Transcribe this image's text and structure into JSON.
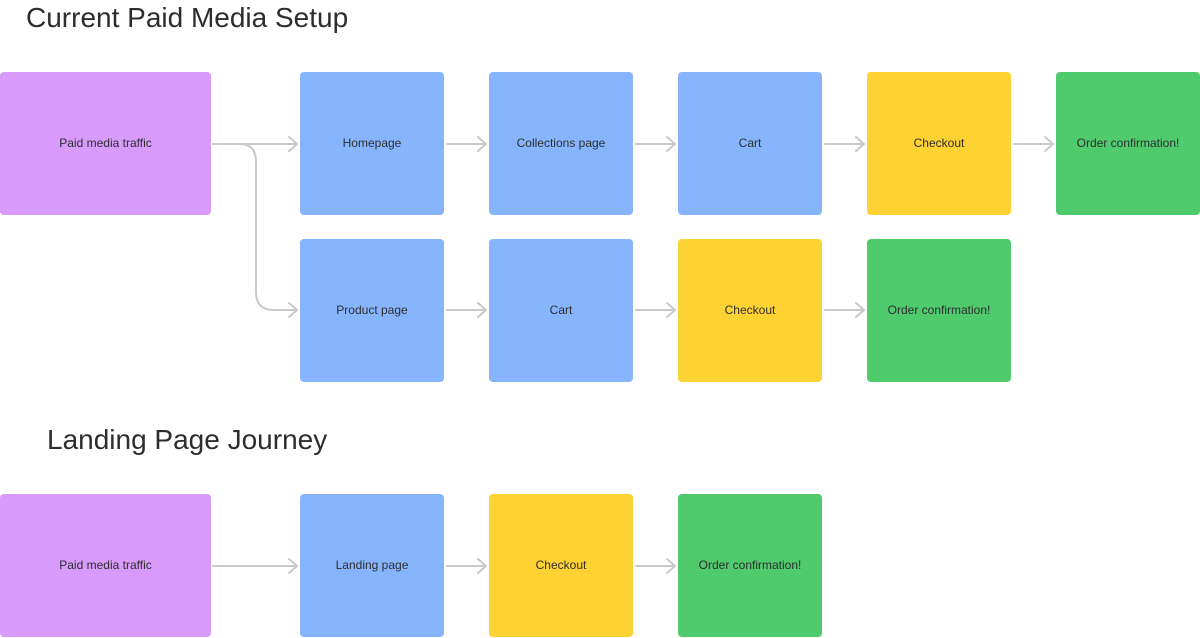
{
  "sections": {
    "current": {
      "title": "Current Paid Media Setup",
      "traffic": "Paid media traffic",
      "row1": [
        "Homepage",
        "Collections page",
        "Cart",
        "Checkout",
        "Order confirmation!"
      ],
      "row2": [
        "Product page",
        "Cart",
        "Checkout",
        "Order confirmation!"
      ]
    },
    "landing": {
      "title": "Landing Page Journey",
      "traffic": "Paid media traffic",
      "row": [
        "Landing page",
        "Checkout",
        "Order confirmation!"
      ]
    }
  },
  "colors": {
    "traffic": "#d99bfb",
    "page": "#87b5fd",
    "checkout": "#fed232",
    "confirmation": "#4fcb6d",
    "connector": "#c9c9c9"
  }
}
